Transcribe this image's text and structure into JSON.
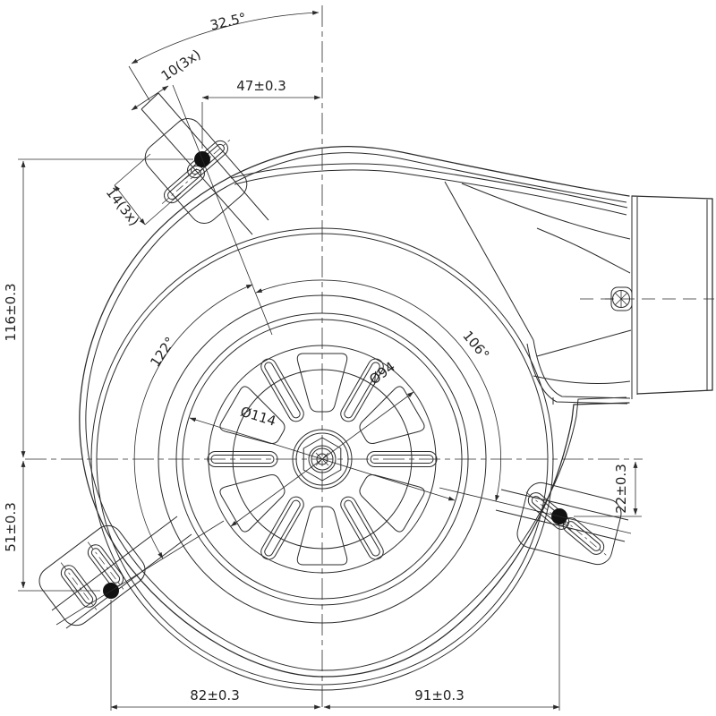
{
  "drawing": {
    "type": "technical-drawing",
    "subject": "centrifugal blower / radial fan, front view with impeller and three mounting feet",
    "line_color": "#2b2b2b",
    "background": "#ffffff",
    "dimensions": {
      "angle_top": "32.5°",
      "slot_width_top": "10(3x)",
      "horiz_top": "47±0.3",
      "slot_pitch_top": "14(3x)",
      "vert_upper_left": "116±0.3",
      "angle_left": "122°",
      "angle_right": "106°",
      "dia_outer": "Ø114",
      "dia_inner": "Ø94",
      "vert_lower_left": "51±0.3",
      "vert_right": "22±0.3",
      "horiz_bottom_left": "82±0.3",
      "horiz_bottom_right": "91±0.3"
    }
  }
}
